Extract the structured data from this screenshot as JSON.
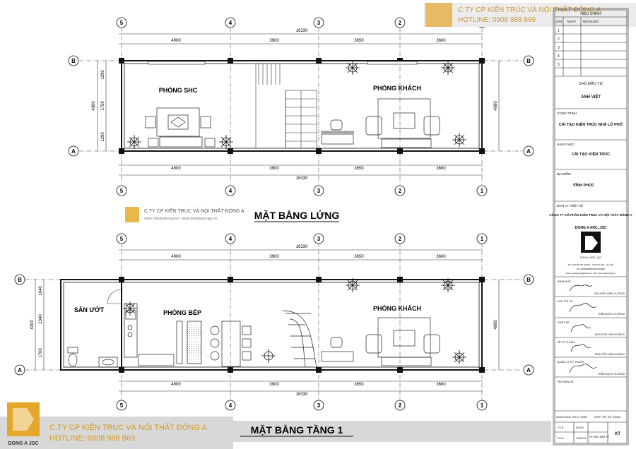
{
  "company_watermark": {
    "name": "C.TY CP KIẾN TRÚC VÀ NỘI THẤT ĐÔNG A",
    "hotline": "HOTLINE: 0908 988 869",
    "logo_caption": "DONG A JSC",
    "website": "www.nhadepdonga.vn - www.nhadepdonga.vn"
  },
  "plans": {
    "mezzanine": {
      "title": "MẶT BẰNG LỬNG",
      "rooms": [
        "PHÒNG SHC",
        "PHÒNG KHÁCH"
      ]
    },
    "ground": {
      "title": "MẶT BẰNG TẦNG 1",
      "rooms": [
        "SÂN ƯỚT",
        "PHÒNG BẾP",
        "PHÒNG KHÁCH"
      ]
    }
  },
  "dimensions": {
    "total_length": "16330",
    "bays": [
      "4900",
      "3900",
      "3650",
      "3660"
    ],
    "width_total": "4300",
    "width_right": "4080",
    "mezz_left_parts": [
      "1290",
      "1750",
      "1290"
    ],
    "ground_left_parts": [
      "1040",
      "1340",
      "1700"
    ]
  },
  "grid_axes": {
    "vertical": [
      "5",
      "4",
      "3",
      "2",
      "1"
    ],
    "horizontal": [
      "B",
      "A"
    ]
  },
  "title_block": {
    "revision_header": "HIỆU CHỈNH",
    "rev_cols": [
      "LẦN",
      "NGÀY",
      "NỘI DUNG"
    ],
    "rev_rows": [
      "1",
      "2",
      "3",
      "4",
      "5"
    ],
    "owner_label": "CHỦ ĐẦU TƯ",
    "owner": "ANH VIỆT",
    "project_label": "CÔNG TRÌNH",
    "project": "CẢI TẠO KIẾN TRÚC NHÀ LÔ PHỐ",
    "item_label": "HẠNG MỤC",
    "item": "CẢI TẠO KIẾN TRÚC",
    "location_label": "ĐỊA ĐIỂM",
    "location": "VĨNH PHÚC",
    "designer_label": "ĐƠN VỊ THIẾT KẾ",
    "designer": "CÔNG TY CỔ PHẦN KIẾN TRÚC VÀ NỘI THẤT ĐÔNG A",
    "designer_short": "DONG A ARC.,JSC",
    "logo_caption": "DONG A ARC.,JSC",
    "address": "ĐC: 35/148 KIM GIANG - HOÀNG MAI - HÀ NỘI",
    "phone": "ĐT: 0908988869/0983799888",
    "email": "Email: nhadepdonga@gmail.com - Web: www.nhadepdonga.vn",
    "director_label": "GIÁM ĐỐC",
    "director": "NGUYỄN VĂN CƯỜNG",
    "chief_label": "CHỦ TRÌ TK",
    "chief": "TRẦN ĐỨC HƯỞNG",
    "design_label": "THIẾT KẾ",
    "design": "NGUYỄN VĂN HOÀNG",
    "drafter_label": "VẼ KỸ THUẬT",
    "drafter": "NGUYỄN VĂN HOÀNG",
    "qc_label": "QUẢN LÝ KỸ THUẬT",
    "qc": "TRẦN ĐỨC HƯỞNG",
    "sheet_name_label": "TÊN BẢN VẼ",
    "phase_label": "GIAI ĐOẠN THỰC HIỆN :",
    "phase": "THIẾT KẾ THI CÔNG",
    "scale_label": "TỈ LỆ",
    "scale": "TYLE",
    "date_label": "NGÀY",
    "date": "12/2014",
    "sheet_no_label": "KÝ HIỆU BẢN VẼ",
    "sheet_no": "KT"
  }
}
